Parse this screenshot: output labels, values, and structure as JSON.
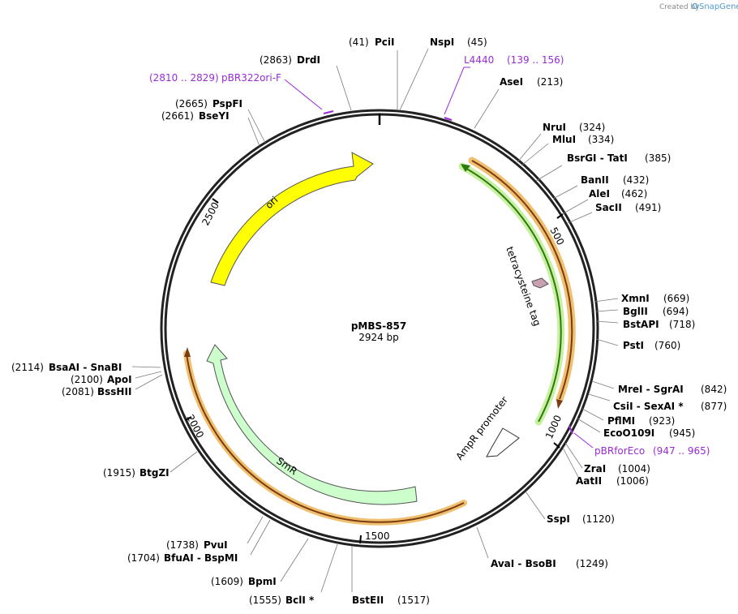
{
  "header": {
    "created_by": "Created by",
    "brand": "SnapGene"
  },
  "plasmid": {
    "name": "pMBS-857",
    "length_label": "2924 bp"
  },
  "ticks": [
    "500",
    "1000",
    "1500",
    "2000",
    "2500"
  ],
  "features": {
    "ori": "ori",
    "tag": "tetracysteine tag",
    "ampr": "AmpR promoter",
    "smr": "SmR"
  },
  "primers": [
    {
      "name": "L4440",
      "range": "(139 .. 156)"
    },
    {
      "name": "pBR322ori-F",
      "range": "(2810 .. 2829)"
    },
    {
      "name": "pBRforEco",
      "range": "(947 .. 965)"
    }
  ],
  "sites": [
    {
      "pos": "(41)",
      "name": "PciI"
    },
    {
      "pos": "(45)",
      "name": "NspI"
    },
    {
      "pos": "(213)",
      "name": "AseI"
    },
    {
      "pos": "(2863)",
      "name": "DrdI"
    },
    {
      "pos": "(2665)",
      "name": "PspFI"
    },
    {
      "pos": "(2661)",
      "name": "BseYI"
    },
    {
      "pos": "(324)",
      "name": "NruI"
    },
    {
      "pos": "(334)",
      "name": "MluI"
    },
    {
      "pos": "(385)",
      "name": "BsrGI - TatI"
    },
    {
      "pos": "(432)",
      "name": "BanII"
    },
    {
      "pos": "(462)",
      "name": "AleI"
    },
    {
      "pos": "(491)",
      "name": "SacII"
    },
    {
      "pos": "(669)",
      "name": "XmnI"
    },
    {
      "pos": "(694)",
      "name": "BglII"
    },
    {
      "pos": "(718)",
      "name": "BstAPI"
    },
    {
      "pos": "(760)",
      "name": "PstI"
    },
    {
      "pos": "(842)",
      "name": "MreI - SgrAI"
    },
    {
      "pos": "(877)",
      "name": "CsiI - SexAI *"
    },
    {
      "pos": "(923)",
      "name": "PflMI"
    },
    {
      "pos": "(945)",
      "name": "EcoO109I"
    },
    {
      "pos": "(1004)",
      "name": "ZraI"
    },
    {
      "pos": "(1006)",
      "name": "AatII"
    },
    {
      "pos": "(1120)",
      "name": "SspI"
    },
    {
      "pos": "(1249)",
      "name": "AvaI - BsoBI"
    },
    {
      "pos": "(1517)",
      "name": "BstEII"
    },
    {
      "pos": "(1555)",
      "name": "BclI *"
    },
    {
      "pos": "(1609)",
      "name": "BpmI"
    },
    {
      "pos": "(1704)",
      "name": "BfuAI - BspMI"
    },
    {
      "pos": "(1738)",
      "name": "PvuI"
    },
    {
      "pos": "(1915)",
      "name": "BtgZI"
    },
    {
      "pos": "(2081)",
      "name": "BssHII"
    },
    {
      "pos": "(2100)",
      "name": "ApoI"
    },
    {
      "pos": "(2114)",
      "name": "BsaAI - SnaBI"
    }
  ],
  "colors": {
    "ori": "#ffff00",
    "smr": "#ccffcc",
    "orf_orange": "#f0a030",
    "tag_green": "#c8f0a0",
    "tag_arrow": "#c8a0b0",
    "primer": "#9b2bd6"
  }
}
